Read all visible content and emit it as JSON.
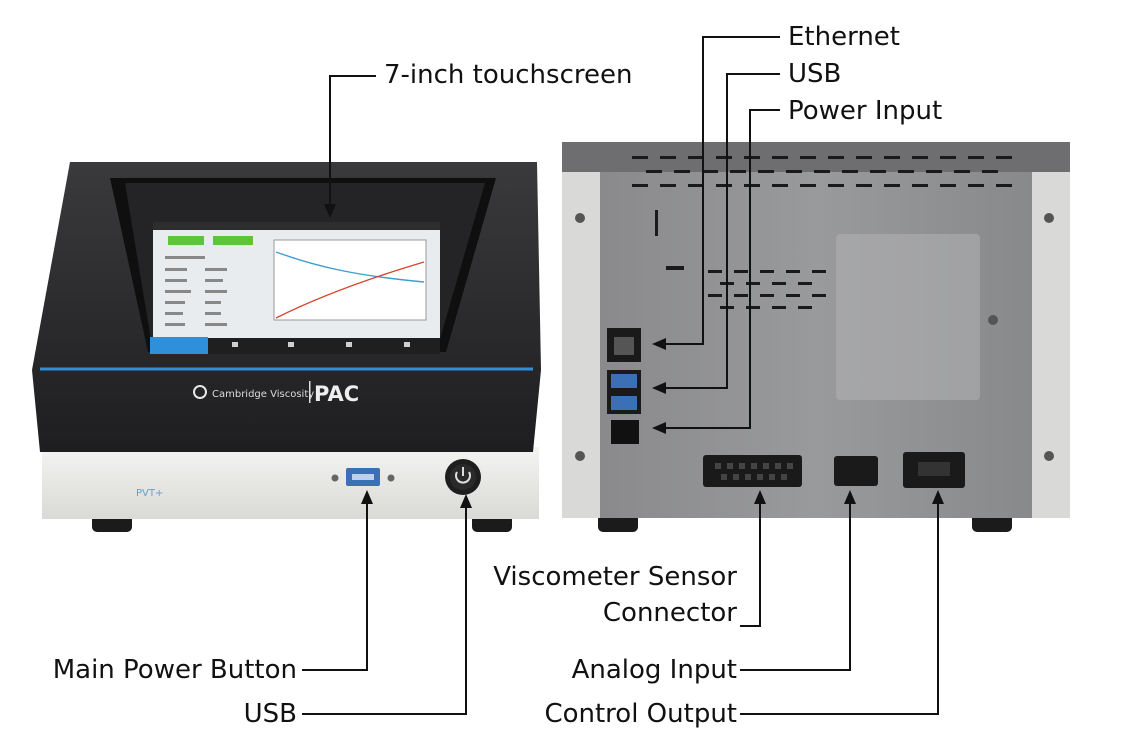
{
  "labels": {
    "touchscreen": "7-inch touchscreen",
    "ethernet": "Ethernet",
    "usb_rear": "USB",
    "power_input": "Power Input",
    "viscometer_line1": "Viscometer Sensor",
    "viscometer_line2": "Connector",
    "analog_input": "Analog Input",
    "control_output": "Control Output",
    "main_power_button": "Main Power Button",
    "usb_front": "USB"
  },
  "device": {
    "brand": "Cambridge Viscosity",
    "logo": "PAC",
    "model": "PVT+"
  },
  "colors": {
    "accent_blue": "#2f8fd8",
    "screen_green": "#5ec43a",
    "body_dark": "#2b2b2d",
    "panel_grey": "#8e8e90"
  }
}
